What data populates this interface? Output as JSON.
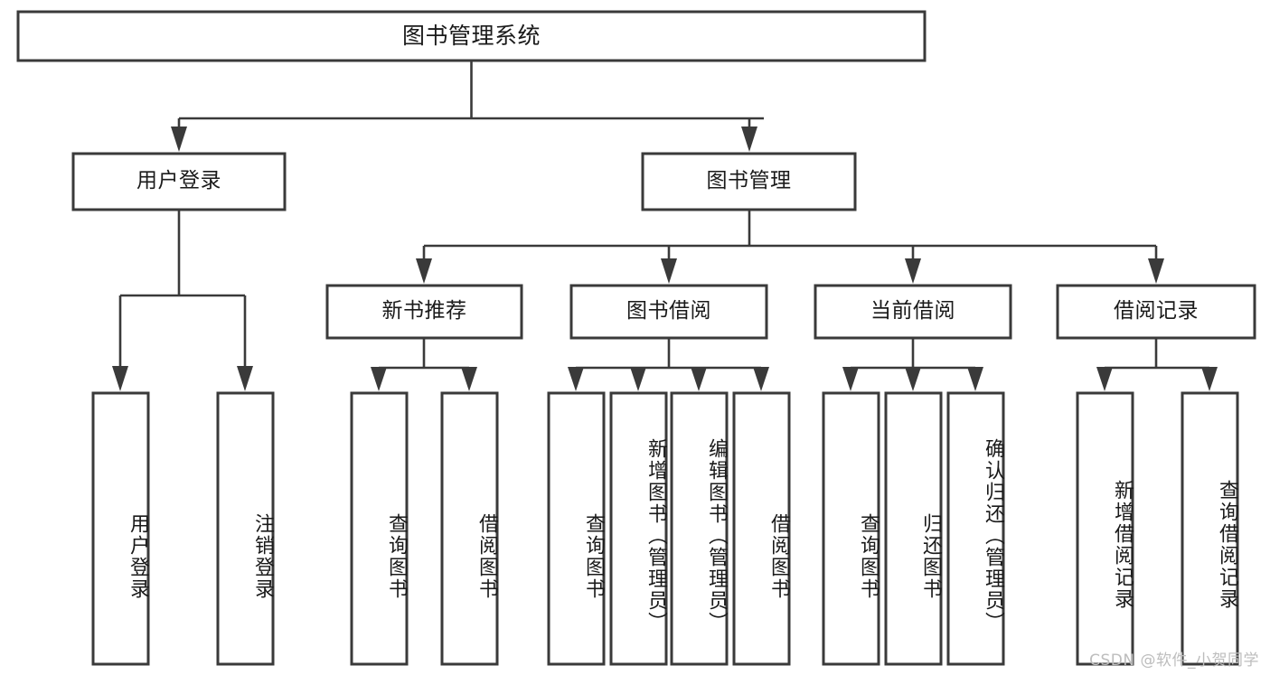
{
  "diagram": {
    "type": "tree-hierarchy",
    "title": "图书管理系统",
    "root": {
      "id": "root",
      "label": "图书管理系统"
    },
    "level2": [
      {
        "id": "user-login",
        "label": "用户登录"
      },
      {
        "id": "book-management",
        "label": "图书管理"
      }
    ],
    "level3": [
      {
        "id": "new-book-recommend",
        "label": "新书推荐",
        "parent": "book-management"
      },
      {
        "id": "book-borrow",
        "label": "图书借阅",
        "parent": "book-management"
      },
      {
        "id": "current-borrow",
        "label": "当前借阅",
        "parent": "book-management"
      },
      {
        "id": "borrow-record",
        "label": "借阅记录",
        "parent": "book-management"
      }
    ],
    "leaves": [
      {
        "id": "leaf-user-login",
        "label": "用户登录",
        "parent": "user-login"
      },
      {
        "id": "leaf-logout",
        "label": "注销登录",
        "parent": "user-login"
      },
      {
        "id": "leaf-query-book-1",
        "label": "查询图书",
        "parent": "new-book-recommend"
      },
      {
        "id": "leaf-borrow-book-1",
        "label": "借阅图书",
        "parent": "new-book-recommend"
      },
      {
        "id": "leaf-query-book-2",
        "label": "查询图书",
        "parent": "book-borrow"
      },
      {
        "id": "leaf-add-book",
        "label": "新增图书（管理员）",
        "parent": "book-borrow"
      },
      {
        "id": "leaf-edit-book",
        "label": "编辑图书（管理员）",
        "parent": "book-borrow"
      },
      {
        "id": "leaf-borrow-book-2",
        "label": "借阅图书",
        "parent": "book-borrow"
      },
      {
        "id": "leaf-query-book-3",
        "label": "查询图书",
        "parent": "current-borrow"
      },
      {
        "id": "leaf-return-book",
        "label": "归还图书",
        "parent": "current-borrow"
      },
      {
        "id": "leaf-confirm-return",
        "label": "确认归还（管理员）",
        "parent": "current-borrow"
      },
      {
        "id": "leaf-add-record",
        "label": "新增借阅记录",
        "parent": "borrow-record"
      },
      {
        "id": "leaf-query-record",
        "label": "查询借阅记录",
        "parent": "borrow-record"
      }
    ],
    "colors": {
      "stroke": "#3a3a3a",
      "fill": "#ffffff",
      "text": "#1a1a1a",
      "watermark": "#bdbdbd"
    }
  },
  "watermark": {
    "text": "CSDN @软件_小贺同学"
  }
}
